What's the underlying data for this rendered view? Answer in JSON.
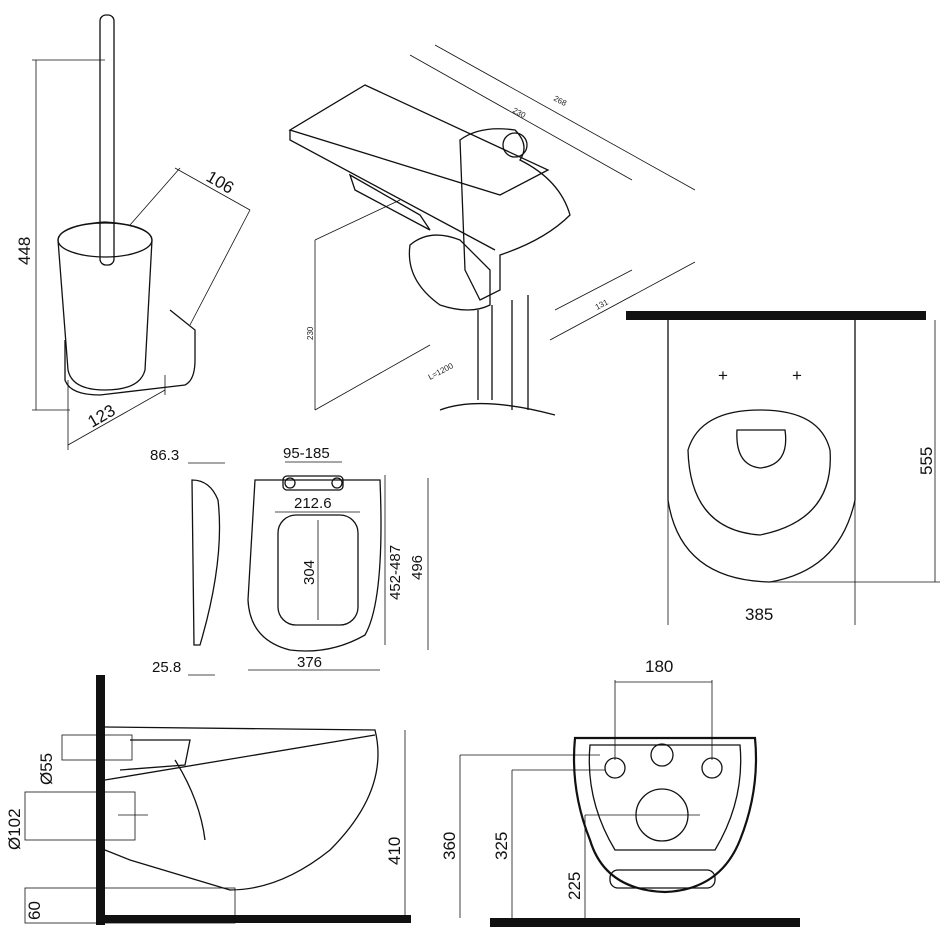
{
  "brush_holder": {
    "height": "448",
    "depth": "106",
    "width": "123"
  },
  "hygienic_shower": {
    "length_a": "230",
    "length_b": "268",
    "depth": "131",
    "height": "230",
    "hose": "L=1200"
  },
  "seat": {
    "thickness_top": "86.3",
    "hinge_spacing": "95-185",
    "inner_width": "212.6",
    "inner_length": "304",
    "length_range": "452-487",
    "length": "496",
    "thickness_bottom": "25.8",
    "width": "376"
  },
  "bowl_top": {
    "length": "555",
    "width": "385"
  },
  "bowl_side": {
    "outlet_dia": "Ø55",
    "drain_dia": "Ø102",
    "floor_offset": "60",
    "height": "410"
  },
  "bowl_rear": {
    "bolt_spacing": "180",
    "height_a": "360",
    "height_b": "325",
    "height_c": "225"
  }
}
